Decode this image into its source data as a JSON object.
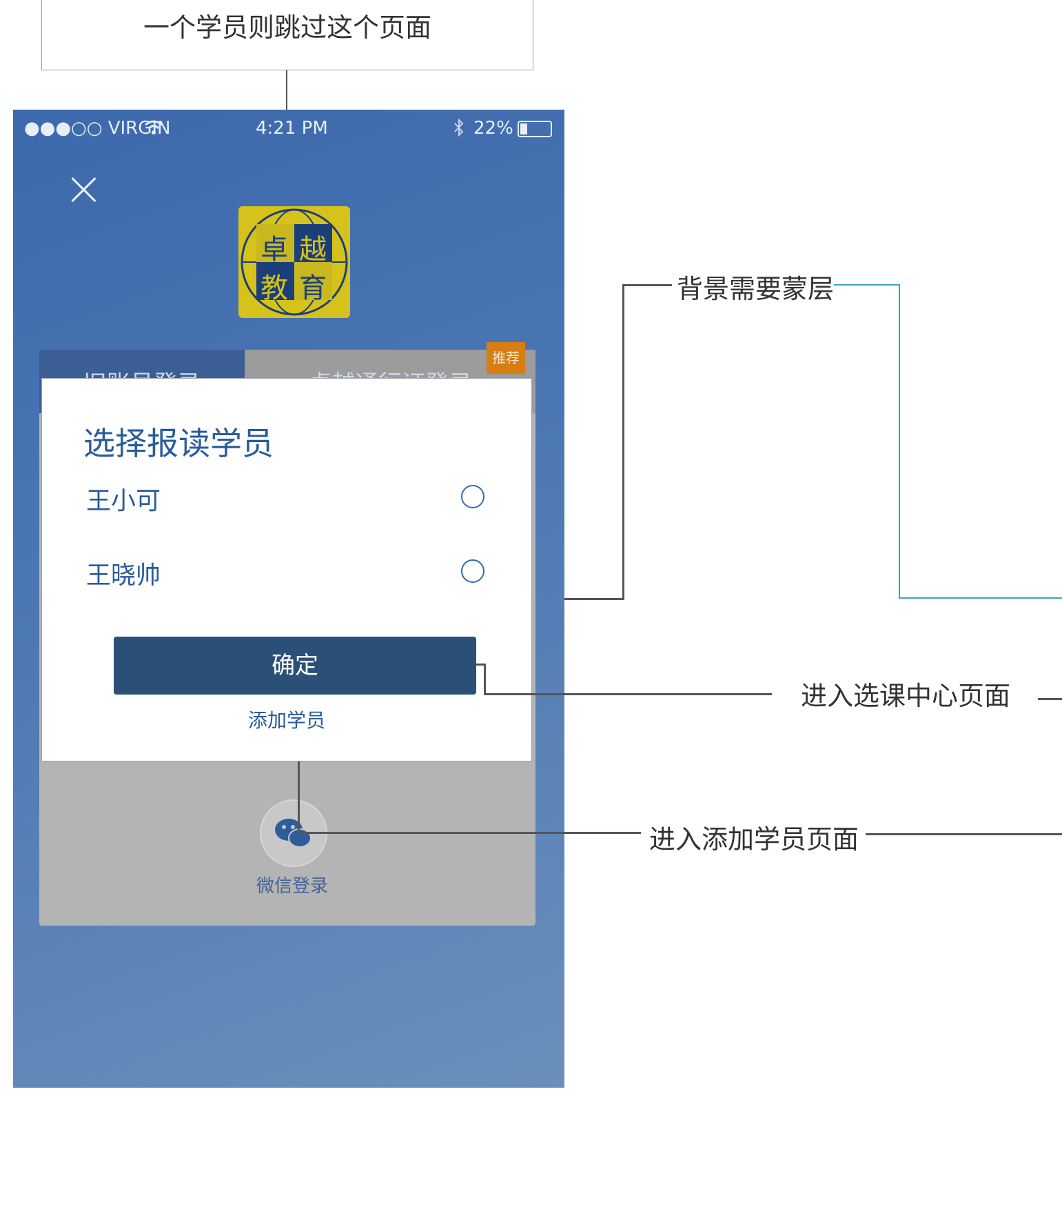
{
  "annotations": {
    "top_note": "一个学员则跳过这个页面",
    "mask_note": "背景需要蒙层",
    "confirm_note": "进入选课中心页面",
    "add_note": "进入添加学员页面"
  },
  "status_bar": {
    "carrier": "●●●○○ VIRGIN",
    "wifi_icon": "wifi-icon",
    "time": "4:21 PM",
    "bluetooth_icon": "bluetooth-icon",
    "battery": "22%"
  },
  "logo": {
    "chars": [
      "卓",
      "越",
      "教",
      "育"
    ]
  },
  "login_tabs": {
    "left": "旧账号登录",
    "right": "卓越通行证登录",
    "badge": "推荐"
  },
  "modal": {
    "title": "选择报读学员",
    "students": [
      {
        "name": "王小可"
      },
      {
        "name": "王晓帅"
      }
    ],
    "confirm_label": "确定",
    "add_student_label": "添加学员"
  },
  "wechat": {
    "label": "微信登录",
    "icon": "wechat-icon"
  },
  "colors": {
    "primary": "#2a5b9c",
    "button": "#2a5078",
    "badge": "#d77d12",
    "connector_blue": "#3aa0d6"
  }
}
